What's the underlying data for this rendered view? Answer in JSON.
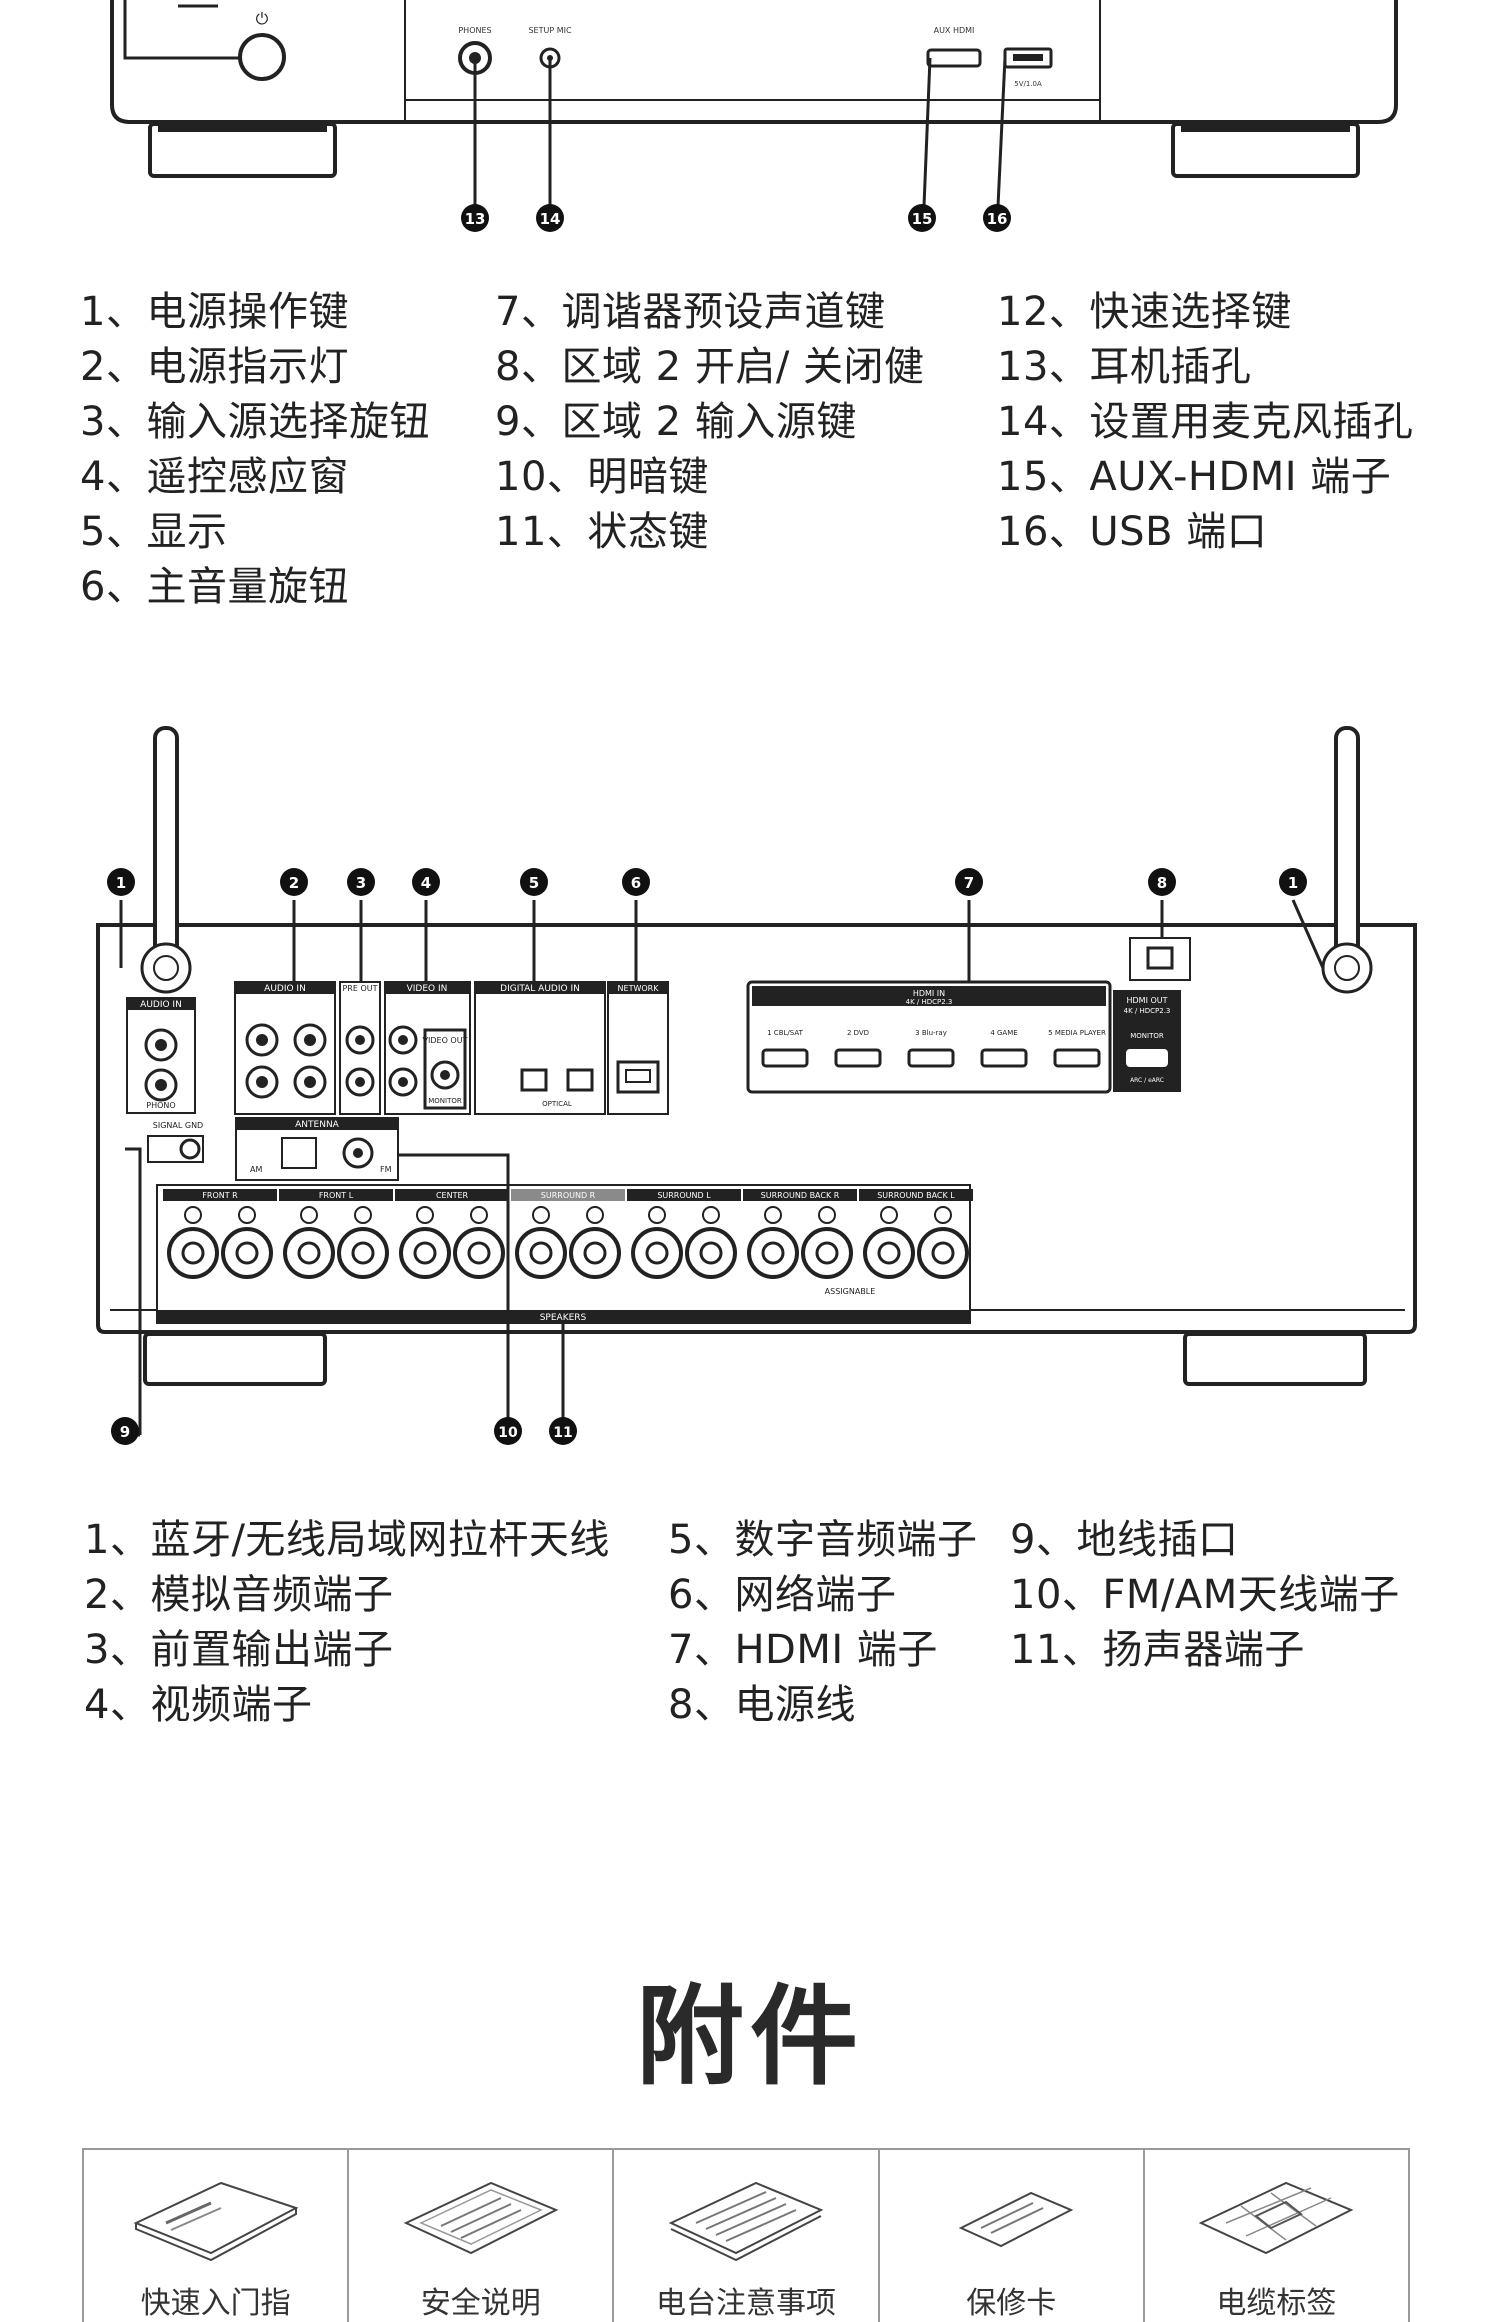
{
  "front_panel": {
    "callouts": [
      "13",
      "14",
      "15",
      "16"
    ],
    "jack_labels": {
      "phones": "PHONES",
      "setup_mic": "SETUP MIC",
      "aux_hdmi": "AUX HDMI",
      "usb": "5V/1.0A"
    }
  },
  "front_legend": {
    "col1": [
      "1、电源操作键",
      "2、电源指示灯",
      "3、输入源选择旋钮",
      "4、遥控感应窗",
      "5、显示",
      "6、主音量旋钮"
    ],
    "col2": [
      "7、调谐器预设声道键",
      "8、区域 2  开启/ 关闭健",
      "9、区域 2  输入源键",
      "10、明暗键",
      "11、状态键"
    ],
    "col3": [
      "12、快速选择键",
      "13、耳机插孔",
      "14、设置用麦克风插孔",
      "15、AUX-HDMI  端子",
      "16、USB  端口"
    ]
  },
  "rear_panel": {
    "callouts_top": [
      "1",
      "2",
      "3",
      "4",
      "5",
      "6",
      "7",
      "8",
      "1"
    ],
    "callouts_bottom": [
      "9",
      "10",
      "11"
    ],
    "labels": {
      "audio_in": "AUDIO IN",
      "phono": "PHONO",
      "audio_assignable": "AUDIO IN",
      "pre_out": "PRE OUT",
      "video_in": "VIDEO IN",
      "video_out": "VIDEO OUT",
      "monitor": "MONITOR",
      "digital_audio": "DIGITAL AUDIO IN",
      "optical": "OPTICAL",
      "network": "NETWORK",
      "hdmi": "HDMI IN",
      "hdmi_sub": "4K / HDCP2.3",
      "hdmi_inputs": [
        "1 CBL/SAT",
        "2 DVD",
        "3 Blu-ray",
        "4 GAME",
        "5 MEDIA PLAYER"
      ],
      "hdmi_out": "HDMI OUT",
      "hdmi_out_sub": "4K / HDCP2.3",
      "hdmi_monitor": "MONITOR",
      "arc": "ARC / eARC",
      "signal_gnd": "SIGNAL GND",
      "antenna": "ANTENNA",
      "am": "AM",
      "fm": "FM",
      "speaker_groups": [
        "FRONT R",
        "FRONT L",
        "CENTER",
        "SURROUND R",
        "SURROUND L",
        "SURROUND BACK R",
        "SURROUND BACK L"
      ],
      "assignable": "ASSIGNABLE",
      "speakers": "SPEAKERS"
    }
  },
  "rear_legend": {
    "col1": [
      "1、蓝牙/无线局域网拉杆天线",
      "2、模拟音频端子",
      "3、前置输出端子",
      "4、视频端子"
    ],
    "col2": [
      "5、数字音频端子",
      "6、网络端子",
      "7、HDMI  端子",
      "8、电源线"
    ],
    "col3": [
      "9、地线插口",
      "10、FM/AM天线端子",
      "11、扬声器端子"
    ]
  },
  "accessories": {
    "heading": "附件",
    "items": [
      {
        "label": "快速入门指",
        "icon": "booklet-icon"
      },
      {
        "label": "安全说明",
        "icon": "safety-sheet-icon"
      },
      {
        "label": "电台注意事项",
        "icon": "notice-sheet-icon"
      },
      {
        "label": "保修卡",
        "icon": "warranty-card-icon"
      },
      {
        "label": "电缆标签",
        "icon": "cable-label-icon"
      }
    ]
  }
}
